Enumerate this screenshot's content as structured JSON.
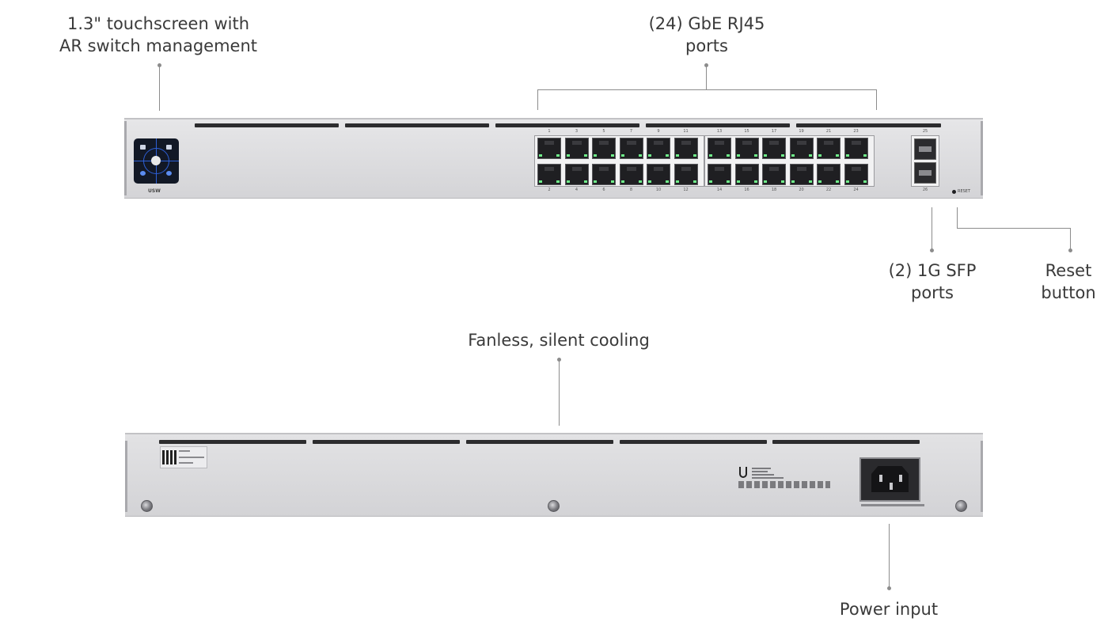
{
  "callouts": {
    "touchscreen": [
      "1.3\" touchscreen with",
      "AR switch management"
    ],
    "rj45": [
      "(24) GbE RJ45",
      "ports"
    ],
    "sfp": [
      "(2) 1G SFP",
      "ports"
    ],
    "reset": [
      "Reset",
      "button"
    ],
    "cooling": [
      "Fanless, silent cooling"
    ],
    "power": [
      "Power input"
    ]
  },
  "front_panel": {
    "screen_label": "USW",
    "reset_label": "RESET",
    "port_numbers_top": [
      "1",
      "3",
      "5",
      "7",
      "9",
      "11",
      "13",
      "15",
      "17",
      "19",
      "21",
      "23"
    ],
    "port_numbers_bottom": [
      "2",
      "4",
      "6",
      "8",
      "10",
      "12",
      "14",
      "16",
      "18",
      "20",
      "22",
      "24"
    ],
    "sfp_numbers": [
      "25",
      "26"
    ]
  },
  "colors": {
    "port_led": "#6ff08a",
    "touchscreen_accent": "#2d5fd6",
    "callout_text": "#3a3a3a",
    "leader_line": "#8c8c8c"
  }
}
